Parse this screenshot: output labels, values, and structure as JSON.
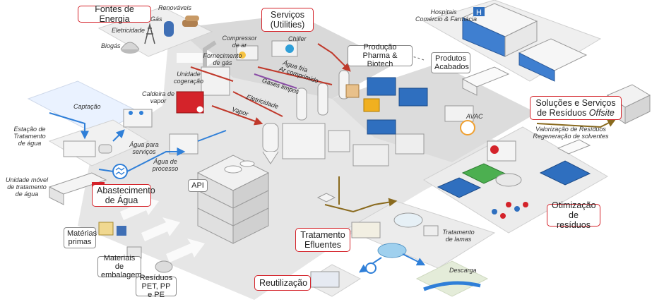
{
  "boxes": {
    "fontes": "Fontes de Energia",
    "servicos_1": "Serviços",
    "servicos_2": "(Utilities)",
    "producao_1": "Produção",
    "producao_2": "Pharma & Biotech",
    "produtos_1": "Produtos",
    "produtos_2": "Acabados",
    "solucoes_1": "Soluções e Serviços",
    "solucoes_2a": "de Resíduos ",
    "solucoes_2b": "Offsite",
    "abastecimento_1": "Abastecimento",
    "abastecimento_2": "de Água",
    "api": "API",
    "tratamento_1": "Tratamento",
    "tratamento_2": "Efluentes",
    "reutilizacao": "Reutilização",
    "otimizacao_1": "Otimização",
    "otimizacao_2": "de resíduos",
    "materias_1": "Matérias",
    "materias_2": "primas",
    "embalagem_1": "Materiais de",
    "embalagem_2": "embalagem",
    "residuos_1": "Resíduos",
    "residuos_2": "PET, PP e PE"
  },
  "labels": {
    "renovaveis": "Renováveis",
    "gas": "Gás",
    "eletricidade_src": "Eletricidade",
    "biogas": "Biogás",
    "hospitais_1": "Hospitais",
    "hospitais_2": "Comércio & Farmácia",
    "compressor_1": "Compressor",
    "compressor_2": "de ar",
    "chiller": "Chiller",
    "fornecimento_1": "Fornecimento",
    "fornecimento_2": "de gás",
    "unidade_cog_1": "Unidade",
    "unidade_cog_2": "cogeração",
    "caldeira_1": "Caldeira de",
    "caldeira_2": "vapor",
    "agua_fria": "Água fria",
    "ar_comprimido": "Ar comprimido",
    "gases_limpos": "Gases limpos",
    "eletricidade_line": "Eletricidade",
    "vapor": "Vapor",
    "captacao": "Captação",
    "estacao_1": "Estação de",
    "estacao_2": "Tratamento",
    "estacao_3": "de água",
    "agua_servicos_1": "Água para",
    "agua_servicos_2": "serviços",
    "agua_processo_1": "Água de",
    "agua_processo_2": "processo",
    "unidade_movel_1": "Unidade móvel",
    "unidade_movel_2": "de tratamento",
    "unidade_movel_3": "de água",
    "avac": "AVAC",
    "valorizacao_1": "Valorização de Resíduos",
    "valorizacao_2": "Regeneração de solventes",
    "tratamento_lamas_1": "Tratamento",
    "tratamento_lamas_2": "de lamas",
    "descarga": "Descarga"
  },
  "colors": {
    "accent_border": "#d4232a",
    "steam_line": "#c0392b",
    "water_line": "#2f7fd8",
    "effluent_line": "#8a6a1e",
    "floor": "#e6e6e6"
  }
}
